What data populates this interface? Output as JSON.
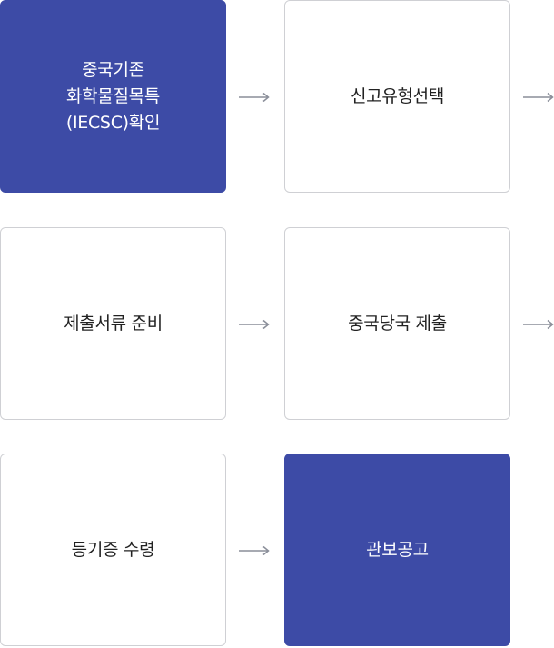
{
  "steps": [
    {
      "label": "중국기존\n화학물질목특\n(IECSC)확인",
      "highlighted": true
    },
    {
      "label": "신고유형선택",
      "highlighted": false
    },
    {
      "label": "제출서류 준비",
      "highlighted": false
    },
    {
      "label": "중국당국 제출",
      "highlighted": false
    },
    {
      "label": "등기증 수령",
      "highlighted": false
    },
    {
      "label": "관보공고",
      "highlighted": true
    }
  ],
  "colors": {
    "highlight_bg": "#3d4ba6",
    "box_border": "#cfd0d4",
    "arrow": "#8a8e99",
    "text_dark": "#222222",
    "text_light": "#ffffff"
  }
}
